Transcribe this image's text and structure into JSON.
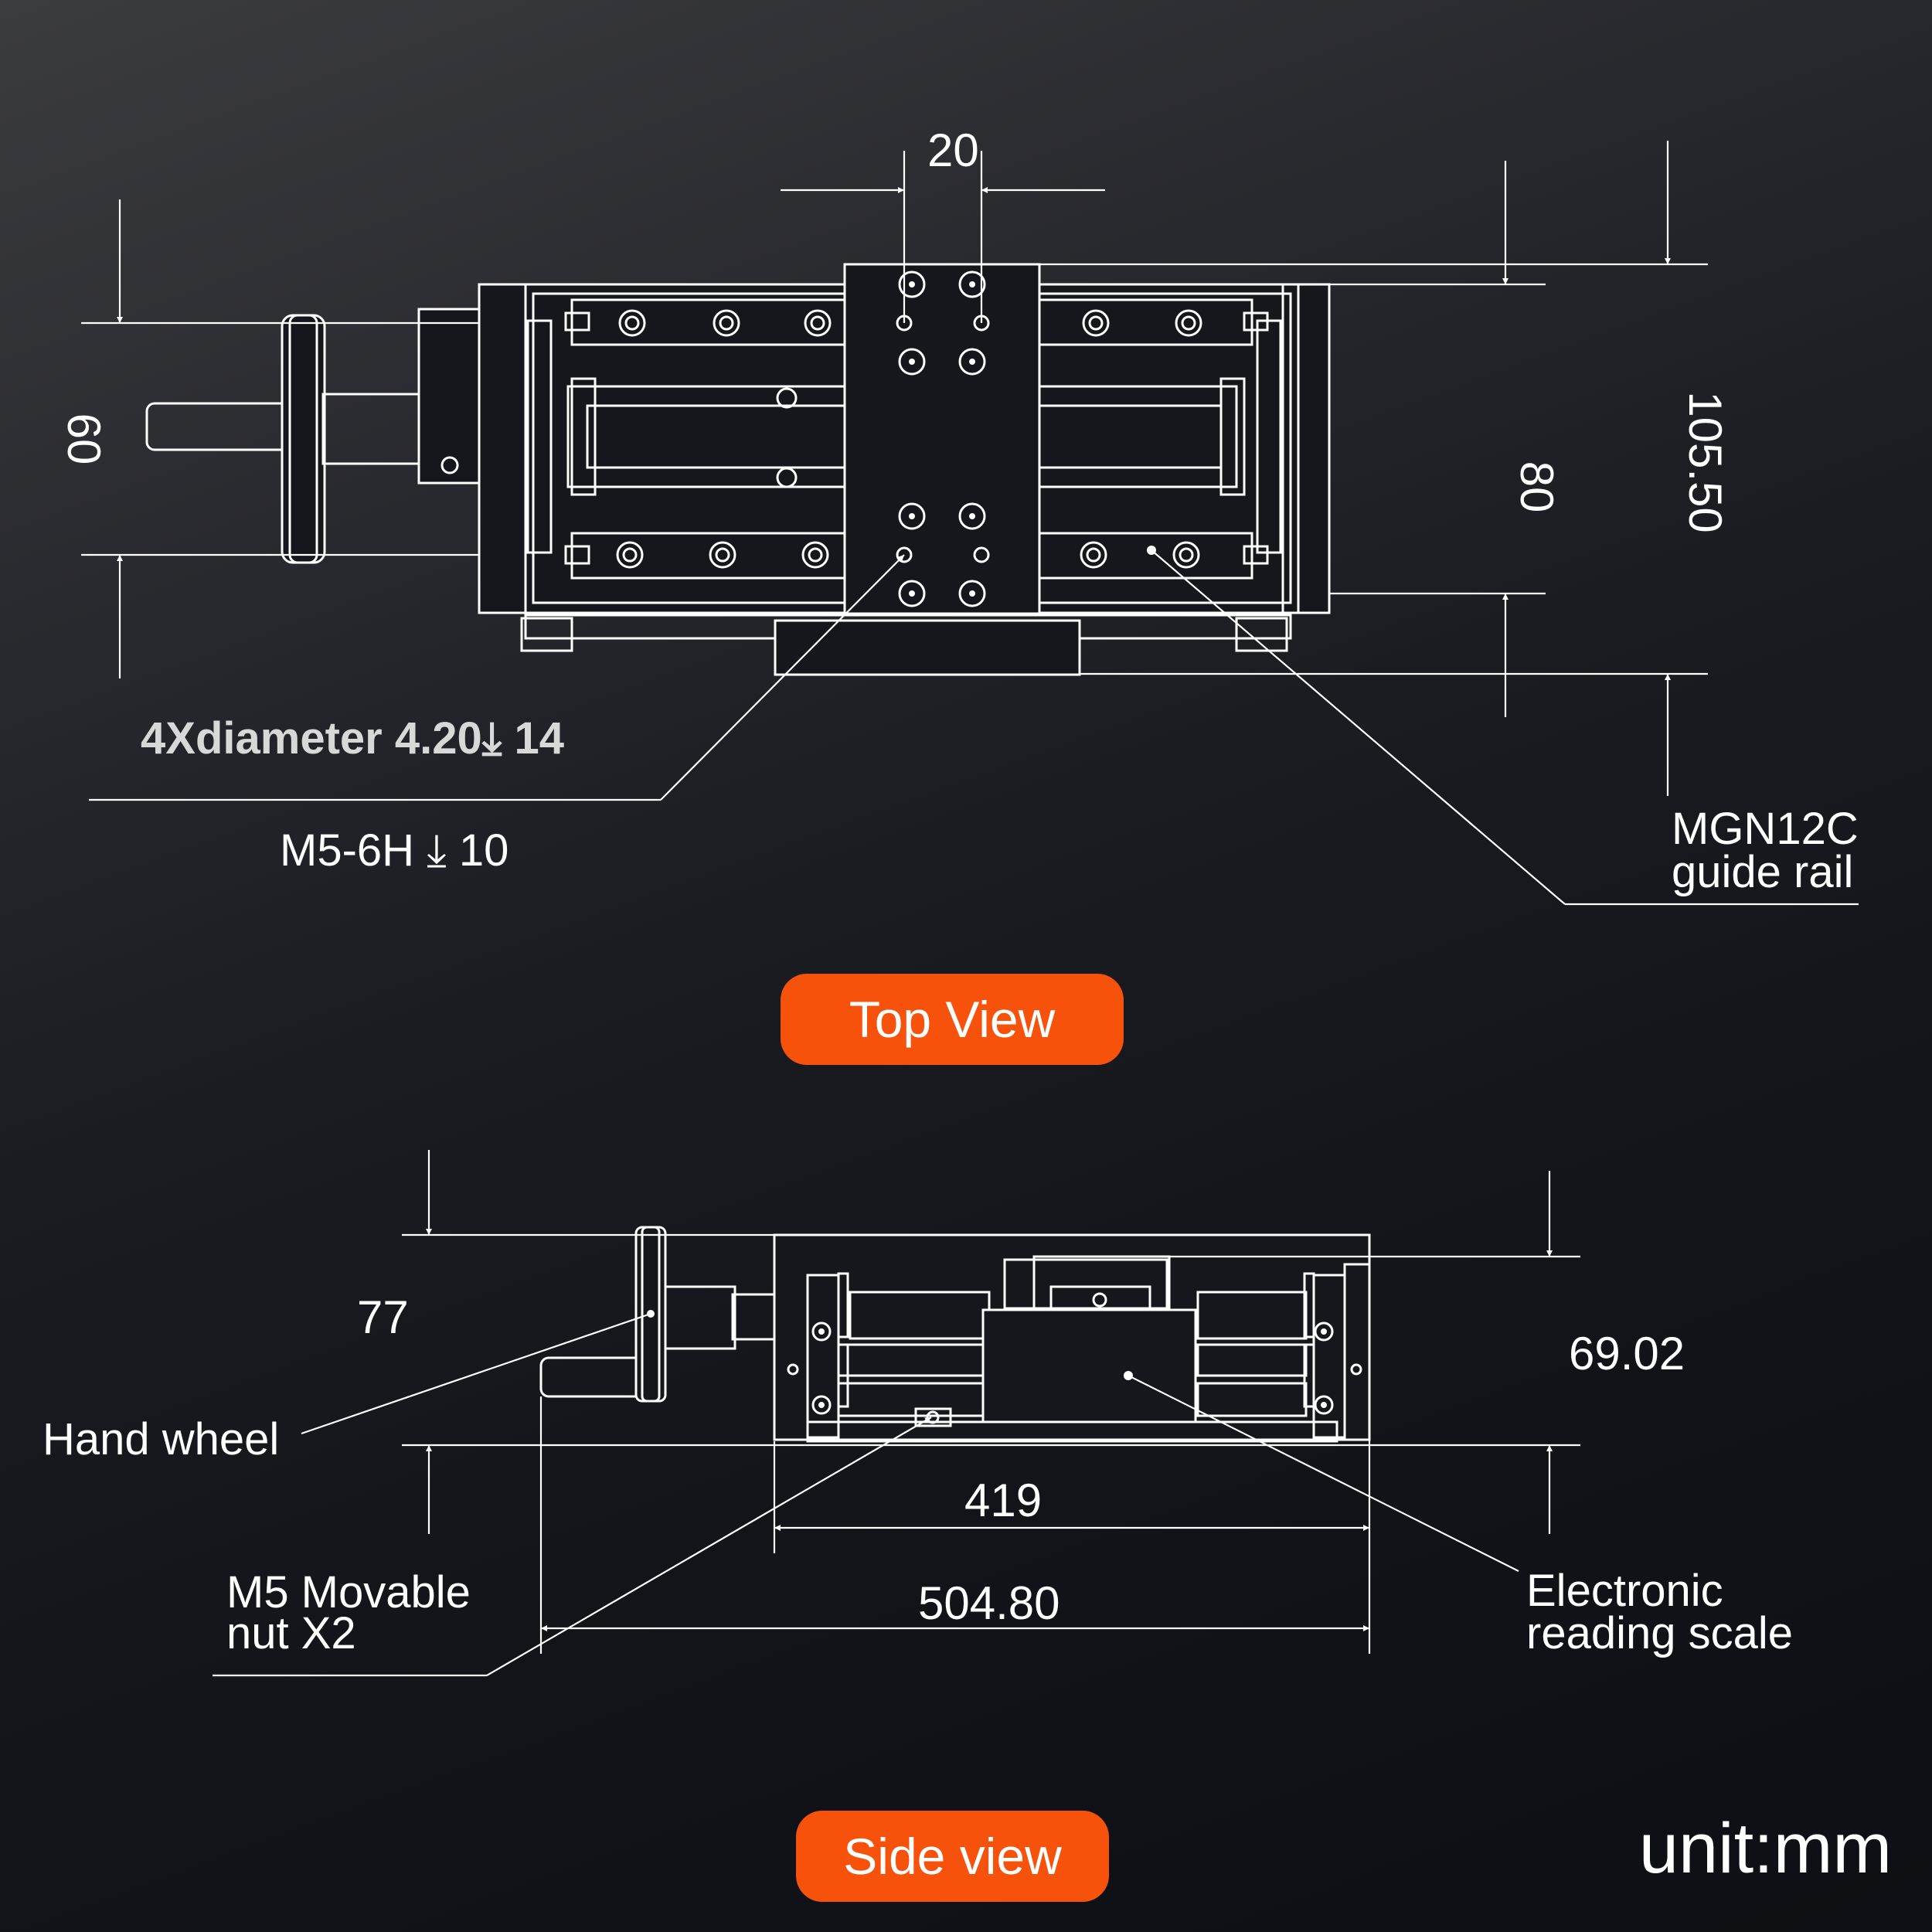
{
  "top_view": {
    "dim_width_20": "20",
    "dim_height_60": "60",
    "dim_height_80": "80",
    "dim_height_105_50": "105.50",
    "hole_callout": "4Xdiameter 4.20⤓ 14",
    "thread_callout": "M5-6H ⤓ 10",
    "rail_label_line1": "MGN12C",
    "rail_label_line2": "guide rail",
    "title": "Top View"
  },
  "side_view": {
    "dim_height_77": "77",
    "dim_height_69_02": "69.02",
    "dim_length_419": "419",
    "dim_length_504_80": "504.80",
    "hand_wheel_label": "Hand wheel",
    "nut_label_line1": "M5 Movable",
    "nut_label_line2": "nut X2",
    "scale_label_line1": "Electronic",
    "scale_label_line2": "reading scale",
    "title": "Side view"
  },
  "unit_label": "unit:mm",
  "colors": {
    "badge": "#f6520c",
    "line": "#ffffff",
    "background_dark": "#0d0f14"
  }
}
